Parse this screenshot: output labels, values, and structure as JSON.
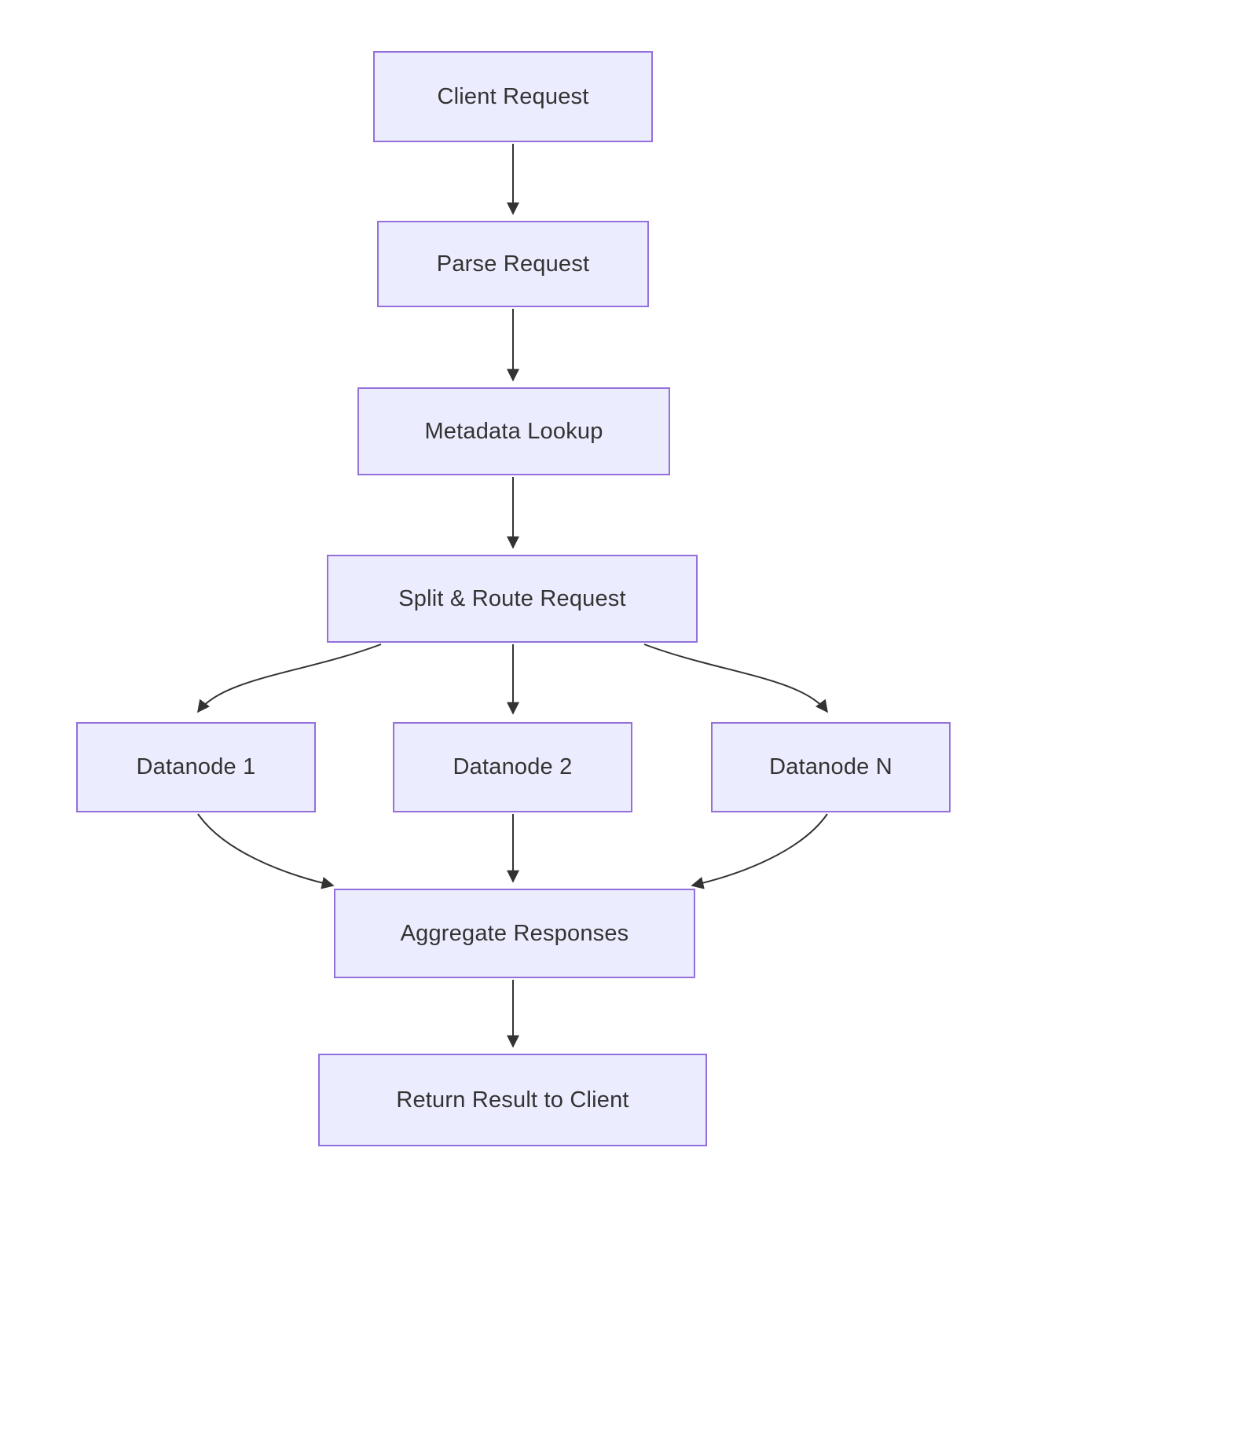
{
  "diagram": {
    "type": "flowchart",
    "direction": "top-down",
    "nodes": [
      {
        "id": "client-request",
        "label": "Client Request"
      },
      {
        "id": "parse-request",
        "label": "Parse Request"
      },
      {
        "id": "metadata-lookup",
        "label": "Metadata Lookup"
      },
      {
        "id": "split-route",
        "label": "Split & Route Request"
      },
      {
        "id": "datanode-1",
        "label": "Datanode 1"
      },
      {
        "id": "datanode-2",
        "label": "Datanode 2"
      },
      {
        "id": "datanode-n",
        "label": "Datanode N"
      },
      {
        "id": "aggregate",
        "label": "Aggregate Responses"
      },
      {
        "id": "return-result",
        "label": "Return Result to Client"
      }
    ],
    "edges": [
      {
        "from": "client-request",
        "to": "parse-request"
      },
      {
        "from": "parse-request",
        "to": "metadata-lookup"
      },
      {
        "from": "metadata-lookup",
        "to": "split-route"
      },
      {
        "from": "split-route",
        "to": "datanode-1"
      },
      {
        "from": "split-route",
        "to": "datanode-2"
      },
      {
        "from": "split-route",
        "to": "datanode-n"
      },
      {
        "from": "datanode-1",
        "to": "aggregate"
      },
      {
        "from": "datanode-2",
        "to": "aggregate"
      },
      {
        "from": "datanode-n",
        "to": "aggregate"
      },
      {
        "from": "aggregate",
        "to": "return-result"
      }
    ],
    "colors": {
      "node_fill": "#ECECFF",
      "node_border": "#9370DB",
      "text": "#333333",
      "arrow": "#333333",
      "background": "#FFFFFF"
    }
  }
}
